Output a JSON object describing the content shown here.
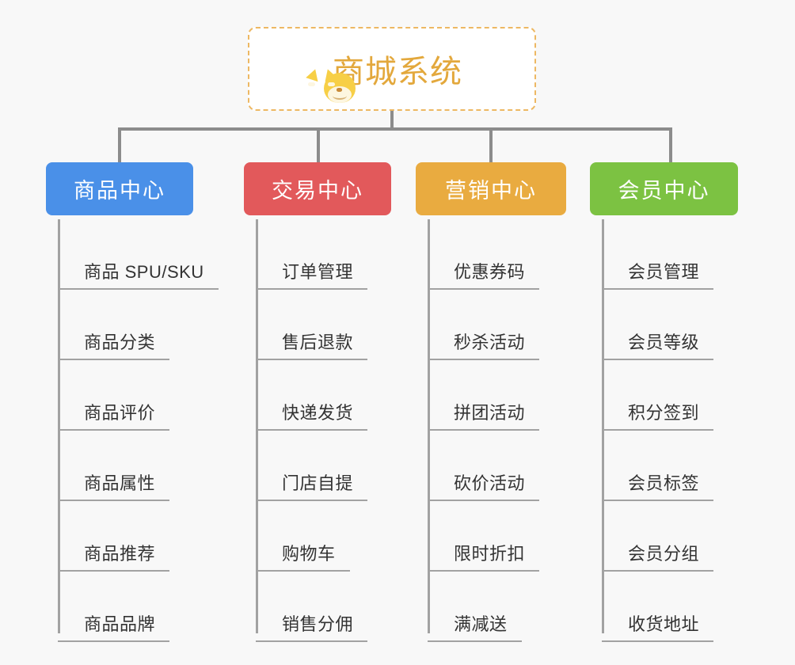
{
  "page": {
    "background": "#f8f8f8",
    "type": "mindmap-diagram"
  },
  "root": {
    "icon": "dog-face-icon",
    "emoji": "🐶",
    "title": "商城系统",
    "title_color": "#e3a83c",
    "border_color": "#edb863"
  },
  "branches": [
    {
      "id": "product-center",
      "label": "商品中心",
      "color": "#4a90e8",
      "items": [
        "商品 SPU/SKU",
        "商品分类",
        "商品评价",
        "商品属性",
        "商品推荐",
        "商品品牌"
      ]
    },
    {
      "id": "trade-center",
      "label": "交易中心",
      "color": "#e2595b",
      "items": [
        "订单管理",
        "售后退款",
        "快递发货",
        "门店自提",
        "购物车",
        "销售分佣"
      ]
    },
    {
      "id": "marketing-center",
      "label": "营销中心",
      "color": "#e9ab40",
      "items": [
        "优惠券码",
        "秒杀活动",
        "拼团活动",
        "砍价活动",
        "限时折扣",
        "满减送"
      ]
    },
    {
      "id": "member-center",
      "label": "会员中心",
      "color": "#7cc242",
      "items": [
        "会员管理",
        "会员等级",
        "积分签到",
        "会员标签",
        "会员分组",
        "收货地址"
      ]
    }
  ]
}
